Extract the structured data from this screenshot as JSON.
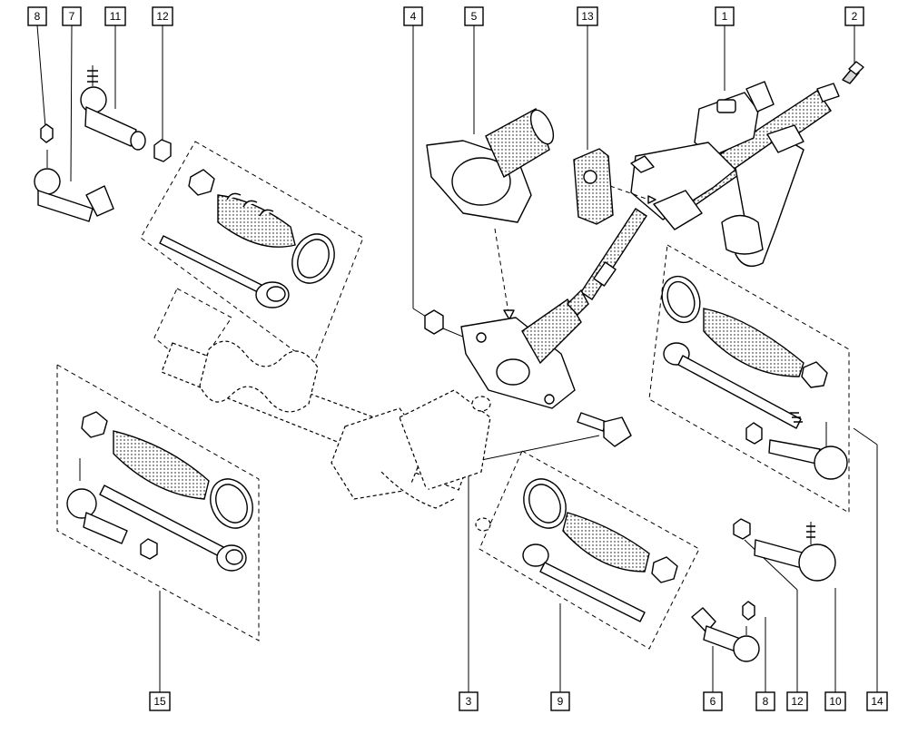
{
  "callouts": [
    {
      "id": "c8a",
      "text": "8"
    },
    {
      "id": "c7",
      "text": "7"
    },
    {
      "id": "c11",
      "text": "11"
    },
    {
      "id": "c12a",
      "text": "12"
    },
    {
      "id": "c4",
      "text": "4"
    },
    {
      "id": "c5",
      "text": "5"
    },
    {
      "id": "c13",
      "text": "13"
    },
    {
      "id": "c1",
      "text": "1"
    },
    {
      "id": "c2",
      "text": "2"
    },
    {
      "id": "c15",
      "text": "15"
    },
    {
      "id": "c3",
      "text": "3"
    },
    {
      "id": "c9",
      "text": "9"
    },
    {
      "id": "c6",
      "text": "6"
    },
    {
      "id": "c8b",
      "text": "8"
    },
    {
      "id": "c12b",
      "text": "12"
    },
    {
      "id": "c10",
      "text": "10"
    },
    {
      "id": "c14",
      "text": "14"
    }
  ]
}
